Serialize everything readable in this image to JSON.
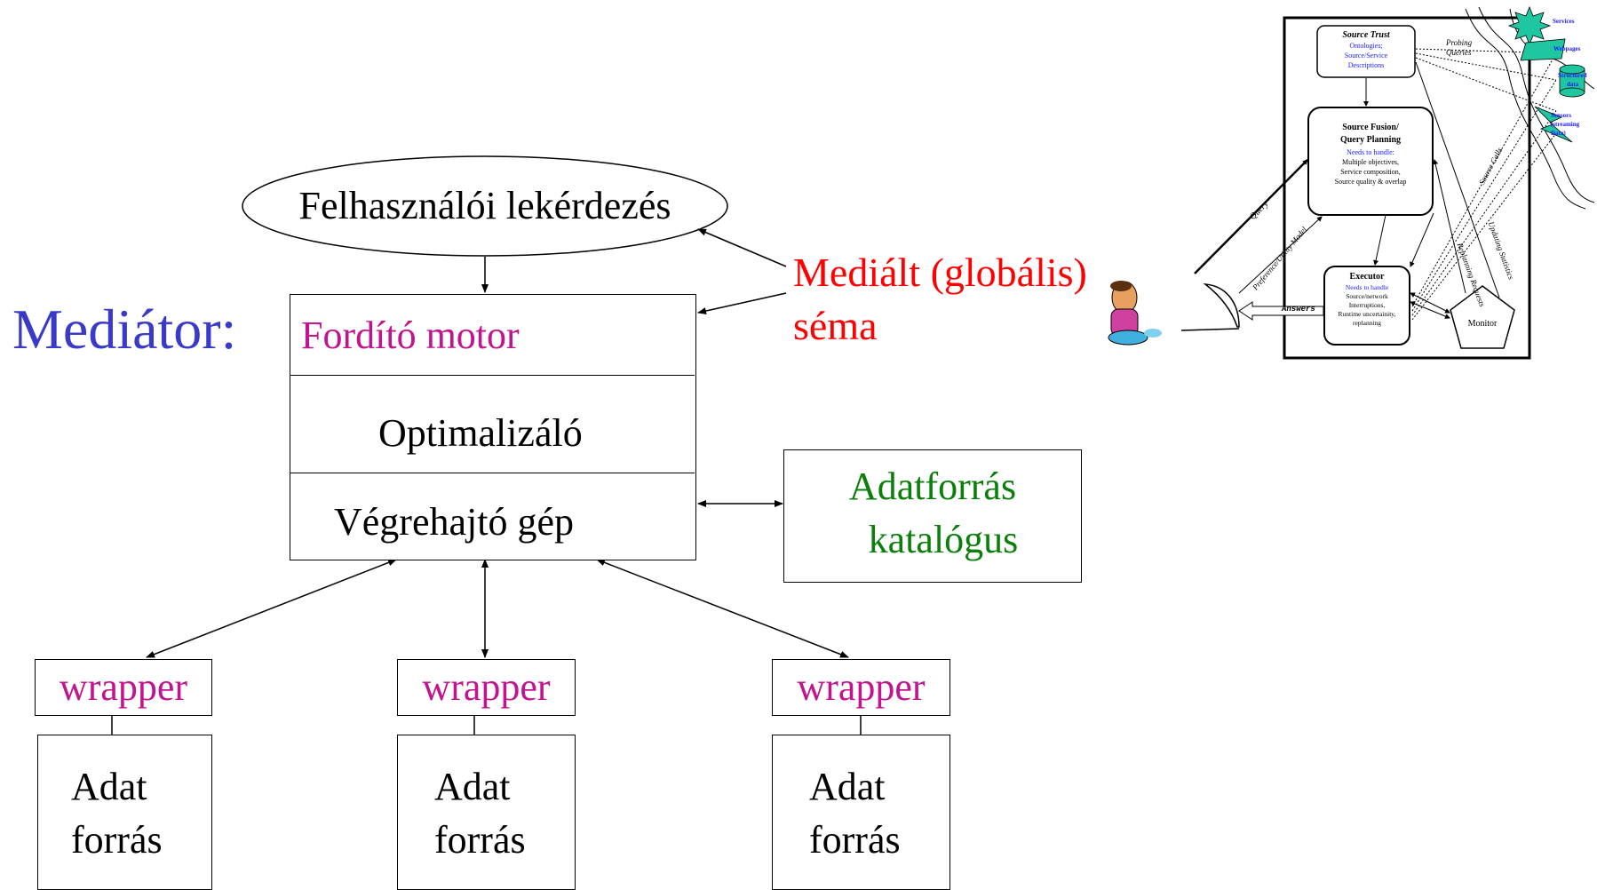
{
  "main": {
    "mediator_label": "Mediátor:",
    "user_query": "Felhasználói lekérdezés",
    "mediated_schema": [
      "Mediált (globális)",
      "séma"
    ],
    "translator": "Fordító motor",
    "optimizer": "Optimalizáló",
    "executor": "Végrehajtó gép",
    "catalog": [
      "Adatforrás",
      "katalógus"
    ],
    "wrappers": [
      "wrapper",
      "wrapper",
      "wrapper"
    ],
    "sources": [
      {
        "line1": "Adat",
        "line2": "forrás"
      },
      {
        "line1": "Adat",
        "line2": "forrás"
      },
      {
        "line1": "Adat",
        "line2": "forrás"
      }
    ]
  },
  "mini": {
    "trust_title": "Source Trust",
    "trust_body": [
      "Ontologies;",
      "Source/Service",
      "Descriptions"
    ],
    "probing": [
      "Probing",
      "Queries"
    ],
    "fusion_title": [
      "Source Fusion/",
      "Query Planning"
    ],
    "fusion_body": [
      "Needs to handle:",
      "Multiple objectives,",
      "Service composition,",
      "Source quality & overlap"
    ],
    "executor_title": "Executor",
    "executor_body": [
      "Needs to handle",
      "Source/network",
      "Interruptions,",
      "Runtime uncertainity,",
      "replanning"
    ],
    "monitor": "Monitor",
    "arrows": {
      "query": "Query",
      "preference": "Preference/Utility Model",
      "answers": "Answers",
      "source_calls": "Source Calls",
      "updating": "Updating Statistics",
      "replanning": "Replanning Requests"
    },
    "right_labels": {
      "services": "Services",
      "webpages": "Webpages",
      "structured": [
        "Structured",
        "data"
      ],
      "sensors": [
        "Sensors",
        "(streaming",
        "Data)"
      ]
    }
  },
  "colors": {
    "blue": "#3a3ac8",
    "magenta": "#c0158f",
    "red": "#ff0000",
    "green": "#0a7f0a",
    "teal": "#1fc7a0",
    "miniblue": "#1a1aff"
  }
}
